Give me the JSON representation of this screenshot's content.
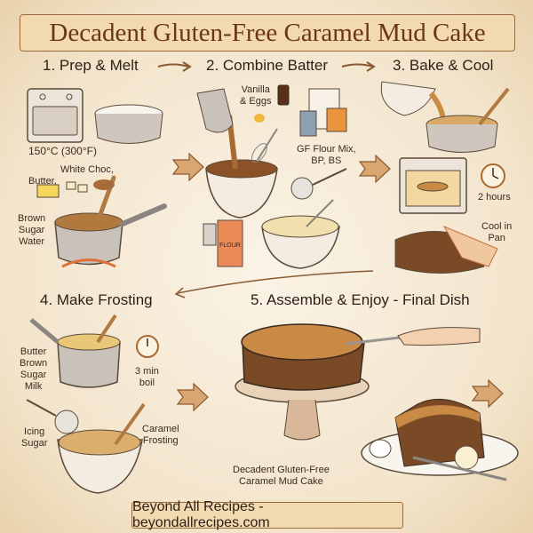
{
  "title": "Decadent Gluten-Free Caramel Mud Cake",
  "steps": [
    {
      "heading": "1. Prep & Melt",
      "labels": {
        "temp": "150°C (300°F)",
        "butter": "Butter,",
        "white_choc": "White Choc,",
        "liquids": "Brown\nSugar\nWater"
      }
    },
    {
      "heading": "2. Combine Batter",
      "labels": {
        "vanilla": "Vanilla\n& Eggs",
        "flour": "GF Flour Mix,\nBP, BS"
      }
    },
    {
      "heading": "3. Bake & Cool",
      "labels": {
        "time": "2 hours",
        "cool": "Cool in\nPan"
      }
    },
    {
      "heading": "4. Make Frosting",
      "labels": {
        "ingredients": "Butter\nBrown\nSugar\nMilk",
        "boil": "3 min\nboil",
        "icing": "Icing\nSugar",
        "frosting": "Caramel\nFrosting"
      }
    },
    {
      "heading": "5. Assemble & Enjoy - Final Dish",
      "labels": {
        "caption": "Decadent Gluten-Free\nCaramel Mud Cake"
      }
    }
  ],
  "package_text": {
    "flour": "FLOUR"
  },
  "footer": "Beyond All Recipes - beyondallrecipes.com",
  "colors": {
    "banner": "#f2d9b0",
    "title": "#6b3616",
    "caramel": "#c98a45",
    "cake": "#7a4a26",
    "arrow": "#c9925a"
  }
}
